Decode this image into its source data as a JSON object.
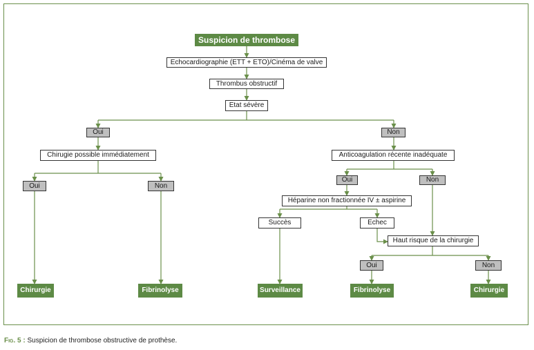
{
  "accent_color": "#5d8a45",
  "line_color": "#6a8f4a",
  "nodes": {
    "suspicion": "Suspicion de thrombose",
    "echo": "Echocardiographie (ETT + ETO)/Cinéma de valve",
    "thrombus": "Thrombus obstructif",
    "etat": "Etat sévère",
    "oui1": "Oui",
    "non1": "Non",
    "chirugie_possible": "Chirugie possible immédiatement",
    "anticoag": "Anticoagulation récente inadéquate",
    "oui2": "Oui",
    "non2": "Non",
    "oui3": "Oui",
    "non3": "Non",
    "heparine": "Héparine non fractionnée IV ± aspirine",
    "succes": "Succès",
    "echec": "Echec",
    "haut_risque": "Haut risque de la chirurgie",
    "oui4": "Oui",
    "non4": "Non",
    "chirurgie1": "Chirurgie",
    "fibrinolyse1": "Fibrinolyse",
    "surveillance": "Surveillance",
    "fibrinolyse2": "Fibrinolyse",
    "chirurgie2": "Chirurgie"
  },
  "caption": {
    "label": "Fig. 5 :",
    "text": " Suspicion de thrombose obstructive de prothèse."
  }
}
